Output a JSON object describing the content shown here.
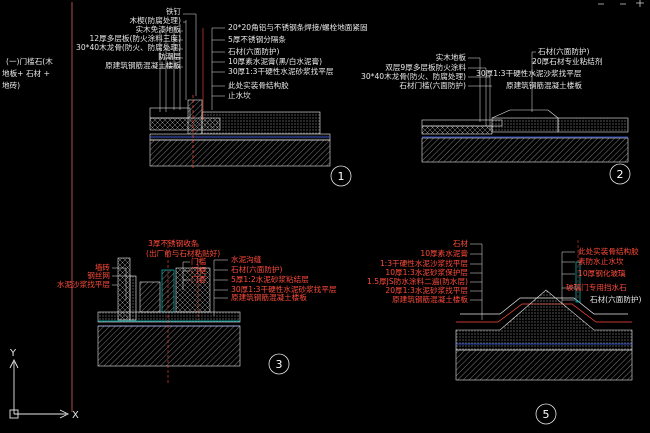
{
  "left_note": [
    "(一)门槛石(木",
    "地板+ 石材 +",
    "地砖)"
  ],
  "section1": {
    "number": "1",
    "labels_left": [
      "铁钉",
      "木楔(防腐处理)",
      "实木免漆地板",
      "12厚多层板(防火涂料三度)",
      "30*40木龙骨(防火、防腐处理)",
      "防潮层",
      "原建筑钢筋混凝土楼板"
    ],
    "labels_right": [
      "20*20角铝与不锈钢条焊接/螺栓地面紧固",
      "5厚不锈钢分隔条",
      "石材(六面防护)",
      "10厚素水泥膏(黑/白水泥膏)",
      "30厚1:3干硬性水泥砂浆找平层",
      "此处实装骨结构胶",
      "止水坎"
    ]
  },
  "section2": {
    "number": "2",
    "labels_left": [
      "实木地板",
      "双层9厚多层板防火涂料",
      "30*40木龙骨(防火、防腐处理)",
      "石材门槛(六面防护)"
    ],
    "labels_right": [
      "石材(六面防护)",
      "20厚石材专业粘结剂",
      "30厚1:3干硬性水泥沙浆找平层",
      "原建筑钢筋混凝土楼板"
    ]
  },
  "section3": {
    "number": "3",
    "labels_top": [
      "3厚不锈钢收条",
      "(出厂前与石材粘贴好)"
    ],
    "labels_left": [
      "墙砖",
      "钢丝网",
      "水泥沙浆找平层"
    ],
    "labels_mid": [
      "门槛",
      "门框",
      "门套"
    ],
    "labels_right": [
      "水泥沟缝",
      "石材(六面防护)",
      "5厚1:2水泥砂浆粘结层",
      "30厚1:3干硬性水泥砂浆找平层",
      "原建筑钢筋混凝土楼板"
    ]
  },
  "section5": {
    "number": "5",
    "labels_left": [
      "石材",
      "10厚素水泥膏",
      "1:3干硬性水泥沙浆找平层",
      "10厚1:3水泥砂浆保护层",
      "1.5厚JS防水涂料二遍(防水层)",
      "20厚1:3水泥砂浆找平层",
      "原建筑钢筋混凝土楼板"
    ],
    "labels_right": [
      "此处实装骨结构胶",
      "素防水止水坎",
      "10厚钢化玻璃",
      "玻璃门专用挡水石",
      "石材(六面防护)"
    ]
  },
  "axis": {
    "x": "X",
    "y": "Y"
  },
  "colors": {
    "background": "#000000",
    "line": "#e8e8e8",
    "accent_red": "#ff4a3a",
    "accent_cyan": "#00c8c8",
    "accent_blue": "#4060ff"
  }
}
